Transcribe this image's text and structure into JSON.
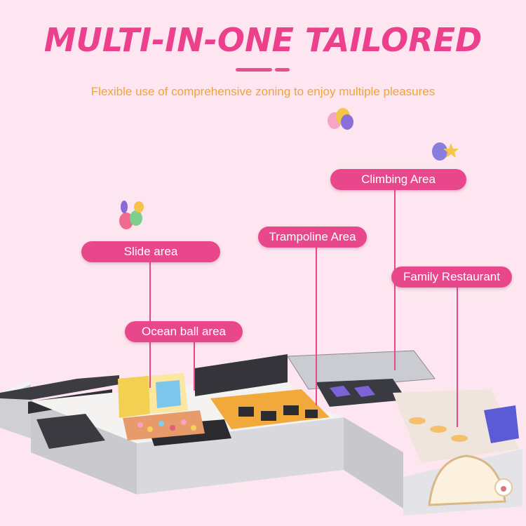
{
  "header": {
    "title": "MULTI-IN-ONE TAILORED",
    "subtitle": "Flexible use of comprehensive zoning to enjoy multiple pleasures"
  },
  "labels": {
    "slide": "Slide area",
    "ocean": "Ocean ball area",
    "trampoline": "Trampoline Area",
    "climbing": "Climbing Area",
    "restaurant": "Family Restaurant"
  },
  "colors": {
    "accent": "#e8478b",
    "subtitle": "#f0a43a",
    "background": "#fde6ef"
  },
  "icons": [
    "balloon-dog-icon",
    "balloon-cluster-icon",
    "balloon-star-icon"
  ]
}
